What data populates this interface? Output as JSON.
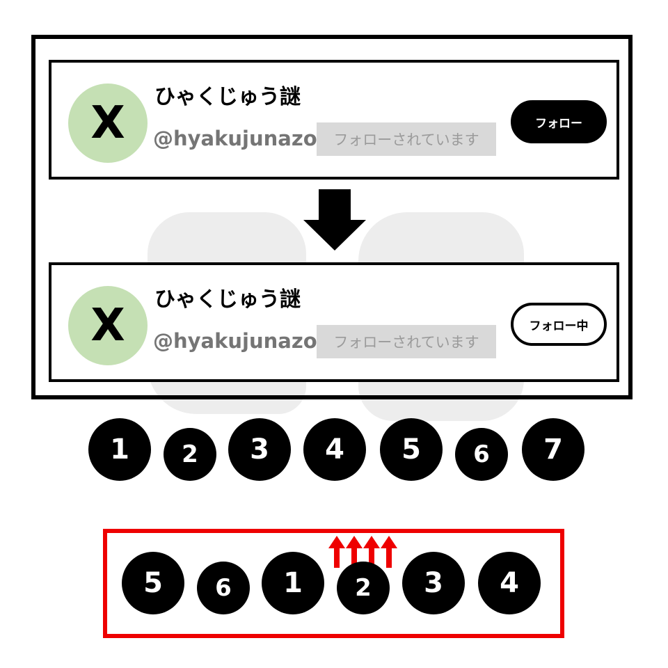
{
  "accent_colors": {
    "avatar_bg": "#c5e0b4",
    "badge_bg": "#d9d9d9",
    "answer_border": "#ee0000",
    "arrow_red": "#ee0000"
  },
  "cards": [
    {
      "avatar_letter": "X",
      "display_name": "ひゃくじゅう謎",
      "handle": "@hyakujunazo",
      "follows_badge": "フォローされています",
      "button_label": "フォロー"
    },
    {
      "avatar_letter": "X",
      "display_name": "ひゃくじゅう謎",
      "handle": "@hyakujunazo",
      "follows_badge": "フォローされています",
      "button_label": "フォロー中"
    }
  ],
  "number_row": [
    "1",
    "2",
    "3",
    "4",
    "5",
    "6",
    "7"
  ],
  "answer_row": [
    "5",
    "6",
    "1",
    "2",
    "3",
    "4"
  ],
  "icons": {
    "transition_arrow": "arrow-down-icon",
    "pointer_arrows": "red-up-arrow-icon"
  }
}
